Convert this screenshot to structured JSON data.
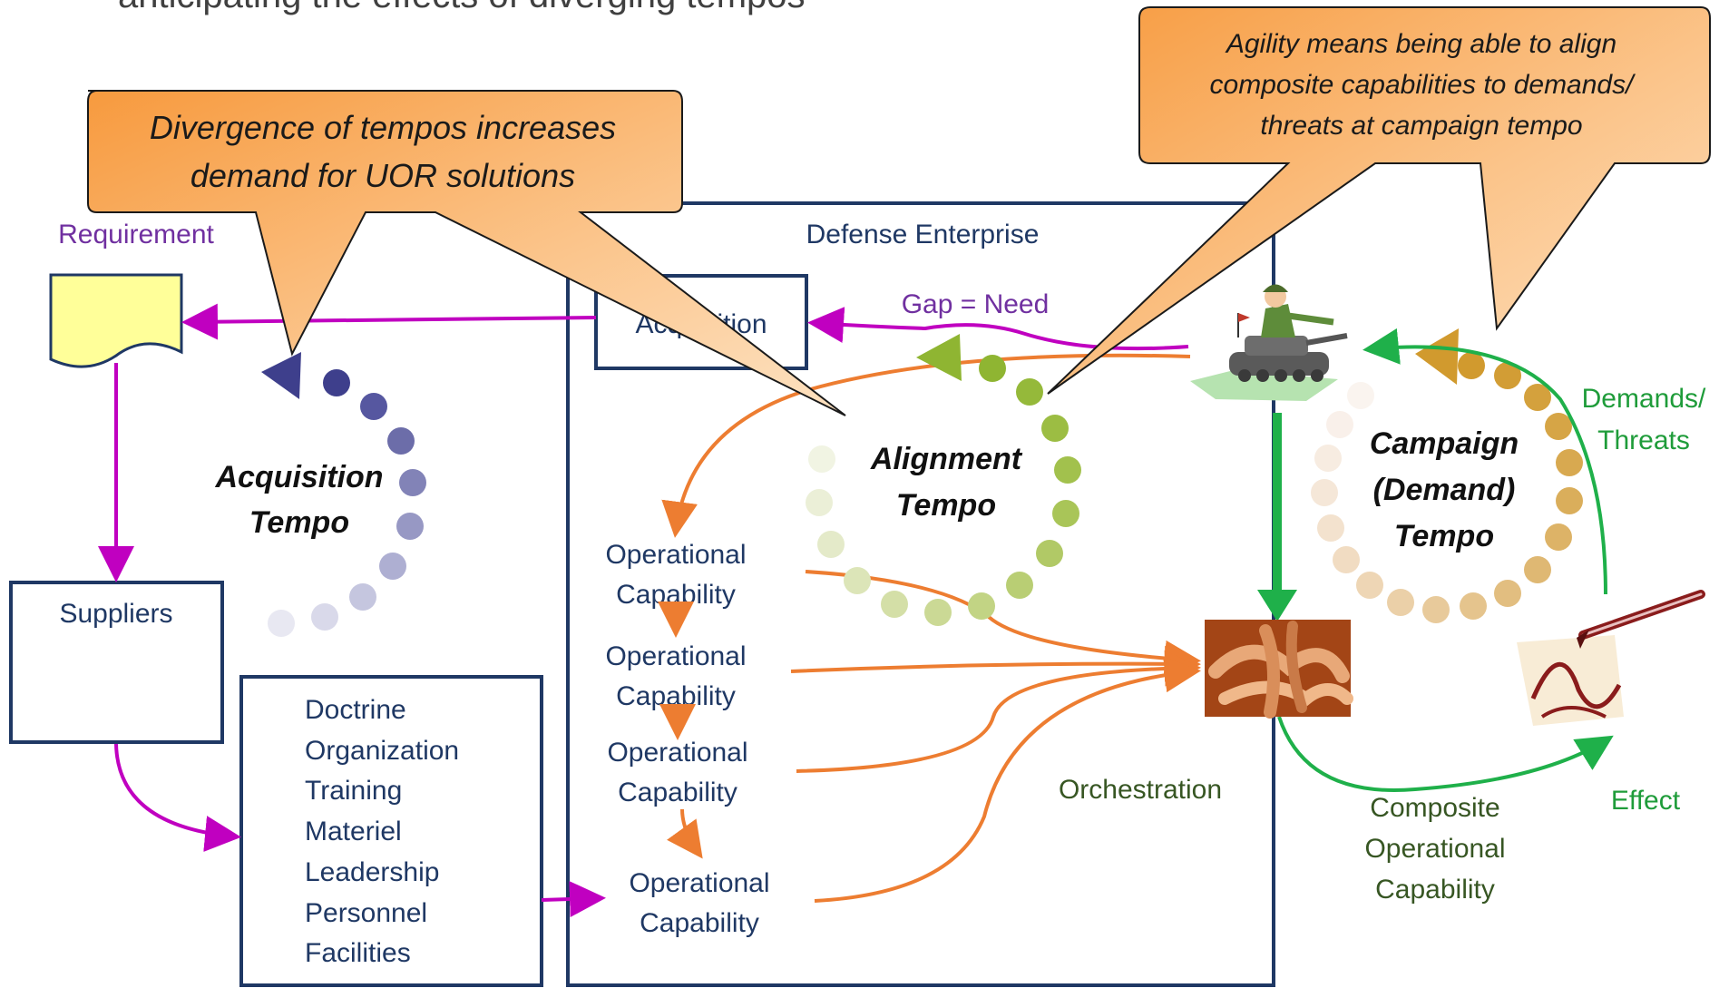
{
  "slide": {
    "top_text": "anticipating the effects of diverging tempos"
  },
  "callouts": {
    "left": "Divergence of tempos increases demand for UOR solutions",
    "left_line1": "Divergence of tempos increases",
    "left_line2": "demand for UOR solutions",
    "right_line1": "Agility means being able to align",
    "right_line2": "composite capabilities to demands/",
    "right_line3": "threats at campaign tempo"
  },
  "labels": {
    "requirement": "Requirement",
    "defense_enterprise": "Defense Enterprise",
    "acquisition": "Acquisition",
    "gap_need": "Gap = Need",
    "suppliers": "Suppliers",
    "orchestration": "Orchestration",
    "demands_line1": "Demands/",
    "demands_line2": "Threats",
    "effect": "Effect",
    "composite_line1": "Composite",
    "composite_line2": "Operational",
    "composite_line3": "Capability"
  },
  "dotmlpf": [
    "Doctrine",
    "Organization",
    "Training",
    "Materiel",
    "Leadership",
    "Personnel",
    "Facilities"
  ],
  "operational_capabilities": [
    {
      "line1": "Operational",
      "line2": "Capability"
    },
    {
      "line1": "Operational",
      "line2": "Capability"
    },
    {
      "line1": "Operational",
      "line2": "Capability"
    },
    {
      "line1": "Operational",
      "line2": "Capability"
    }
  ],
  "tempos": {
    "acquisition_line1": "Acquisition",
    "acquisition_line2": "Tempo",
    "alignment_line1": "Alignment",
    "alignment_line2": "Tempo",
    "campaign_line1": "Campaign",
    "campaign_line2": "(Demand)",
    "campaign_line3": "Tempo"
  },
  "colors": {
    "navy": "#1f3864",
    "magenta_arrow": "#c000c0",
    "orange_arrow": "#ed7d31",
    "green_arrow": "#1fb04a",
    "acquisition_dots": "#5b5b9f",
    "alignment_dots": "#9bbb3b",
    "campaign_dots": "#d9a441",
    "callout_fill": "#f7a35c"
  },
  "icons": [
    "document-icon",
    "soldier-tank-icon",
    "joined-hands-icon",
    "pen-writing-icon"
  ]
}
